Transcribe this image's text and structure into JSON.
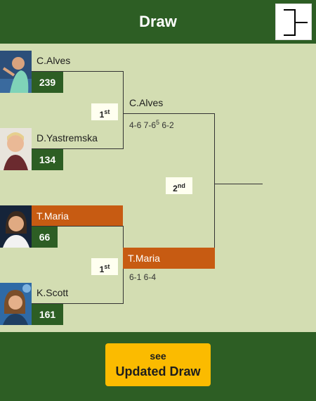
{
  "header": {
    "title": "Draw",
    "bracket_icon": "bracket-icon"
  },
  "players": [
    {
      "name": "C.Alves",
      "rank": "239"
    },
    {
      "name": "D.Yastremska",
      "rank": "134"
    },
    {
      "name": "T.Maria",
      "rank": "66"
    },
    {
      "name": "K.Scott",
      "rank": "161"
    }
  ],
  "round1": {
    "label": "1",
    "suffix": "st"
  },
  "round2": {
    "label": "2",
    "suffix": "nd"
  },
  "match1": {
    "winner": "C.Alves",
    "score_a": "4-6 7-6",
    "score_tb": "5",
    "score_b": " 6-2"
  },
  "match2": {
    "winner": "T.Maria",
    "score": "6-1 6-4"
  },
  "footer": {
    "see": "see",
    "updated": "Updated Draw"
  },
  "colors": {
    "green": "#2d5e24",
    "bg": "#d3ddb2",
    "highlight": "#c75b12",
    "button": "#fbbb00"
  }
}
